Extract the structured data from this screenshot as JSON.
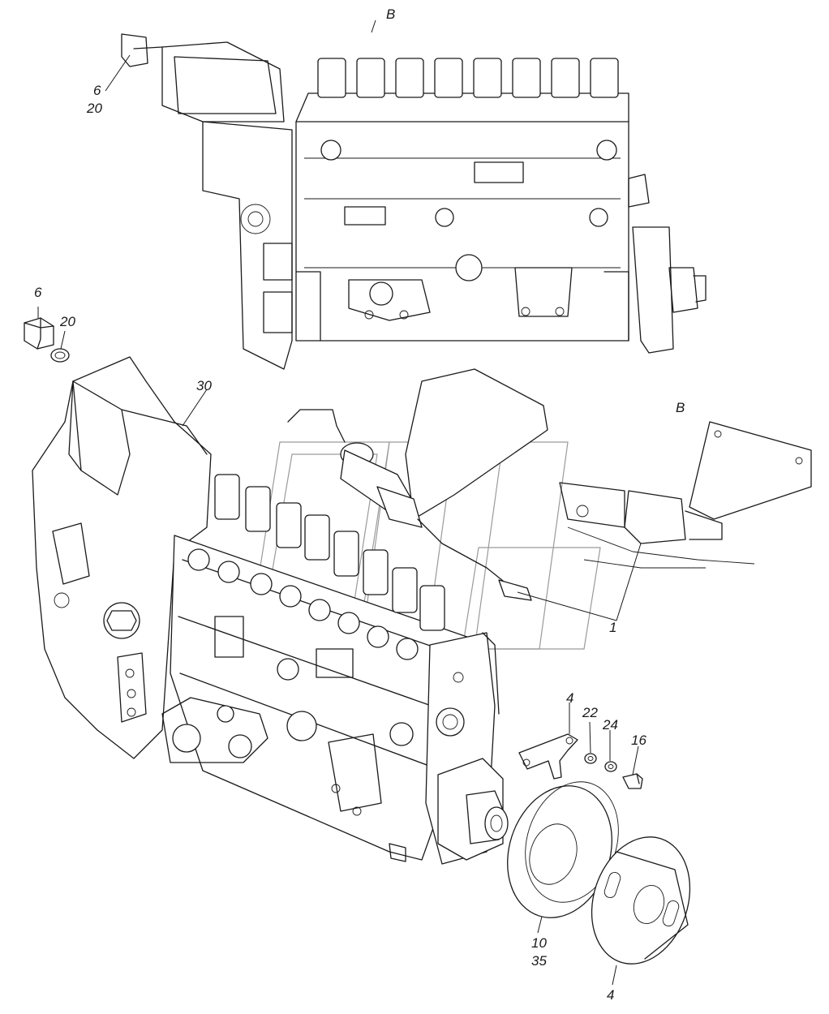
{
  "callouts": {
    "view_arrow": "B",
    "view_label": "B",
    "c6_top": "6",
    "c20_top": "20",
    "c6": "6",
    "c20": "20",
    "c30": "30",
    "c1": "1",
    "c4_top": "4",
    "c22": "22",
    "c24": "24",
    "c16": "16",
    "c10": "10",
    "c35": "35",
    "c4_bottom": "4"
  },
  "colors": {
    "line": "#1a1a1a",
    "background": "#ffffff",
    "watermark": "#9a9a9a"
  }
}
